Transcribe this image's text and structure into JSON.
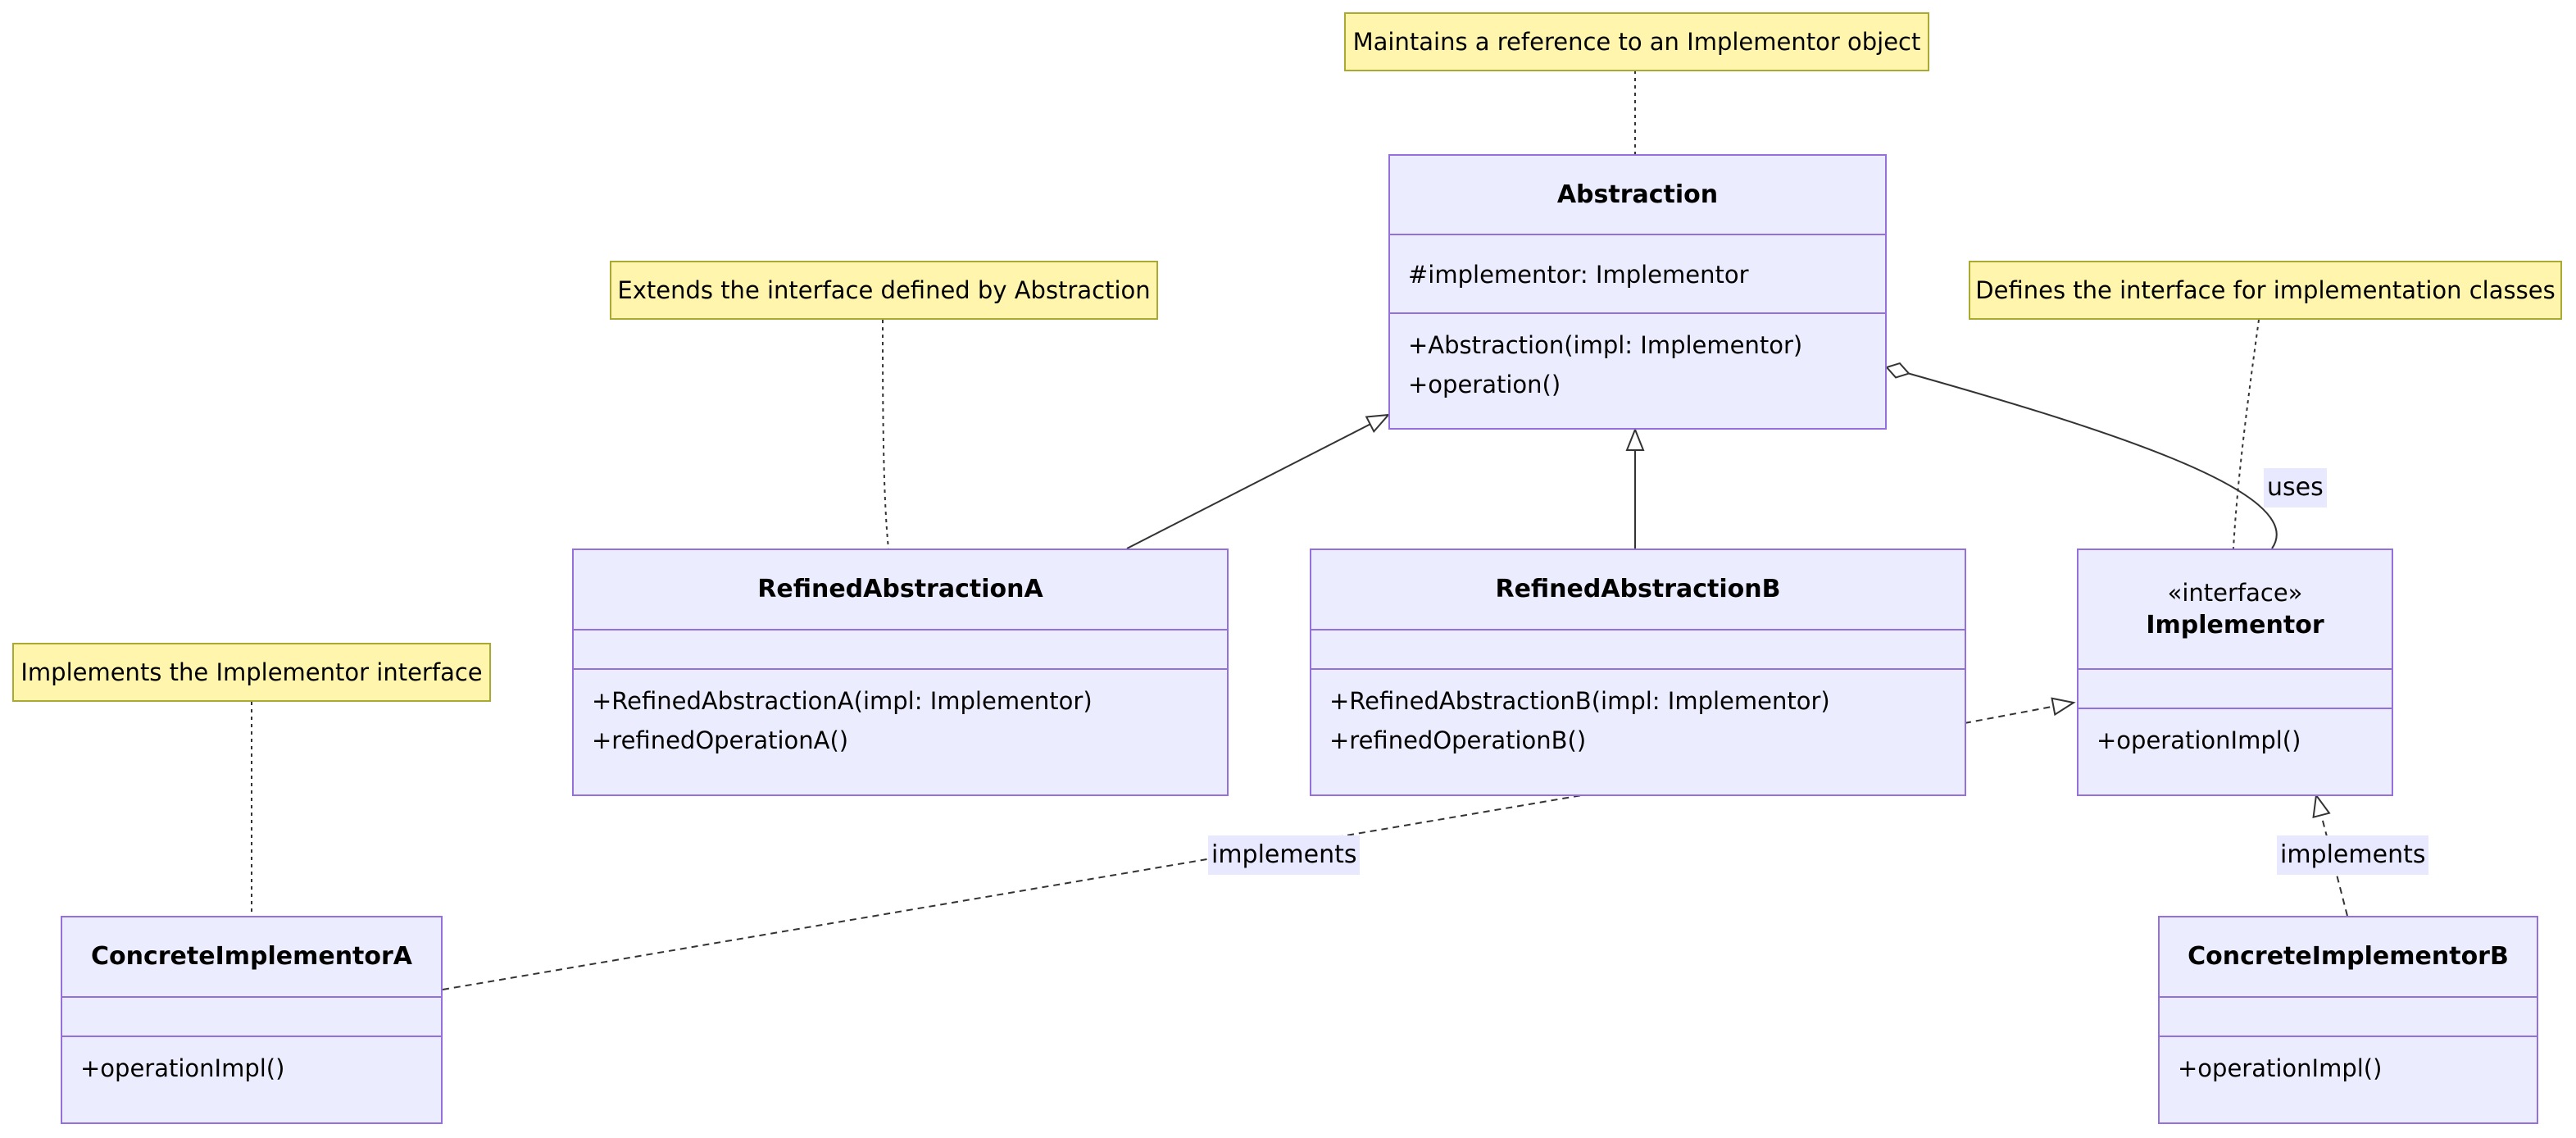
{
  "notes": {
    "abstraction": "Maintains a reference to an Implementor object",
    "refined_a": "Extends the interface defined by Abstraction",
    "implementor": "Defines the interface for implementation classes",
    "concrete_a": "Implements the Implementor interface"
  },
  "classes": {
    "abstraction": {
      "name": "Abstraction",
      "attributes": [
        "#implementor: Implementor"
      ],
      "methods": [
        "+Abstraction(impl: Implementor)",
        "+operation()"
      ]
    },
    "refined_a": {
      "name": "RefinedAbstractionA",
      "attributes": [],
      "methods": [
        "+RefinedAbstractionA(impl: Implementor)",
        "+refinedOperationA()"
      ]
    },
    "refined_b": {
      "name": "RefinedAbstractionB",
      "attributes": [],
      "methods": [
        "+RefinedAbstractionB(impl: Implementor)",
        "+refinedOperationB()"
      ]
    },
    "implementor": {
      "stereotype": "«interface»",
      "name": "Implementor",
      "attributes": [],
      "methods": [
        "+operationImpl()"
      ]
    },
    "concrete_a": {
      "name": "ConcreteImplementorA",
      "attributes": [],
      "methods": [
        "+operationImpl()"
      ]
    },
    "concrete_b": {
      "name": "ConcreteImplementorB",
      "attributes": [],
      "methods": [
        "+operationImpl()"
      ]
    }
  },
  "edge_labels": {
    "uses": "uses",
    "implements_a": "implements",
    "implements_b": "implements"
  },
  "colors": {
    "class_fill": "#ececff",
    "class_border": "#9370db",
    "note_fill": "#fff5ad",
    "note_border": "#aaaa33",
    "label_bg": "#e8e8ff",
    "line": "#333333"
  }
}
